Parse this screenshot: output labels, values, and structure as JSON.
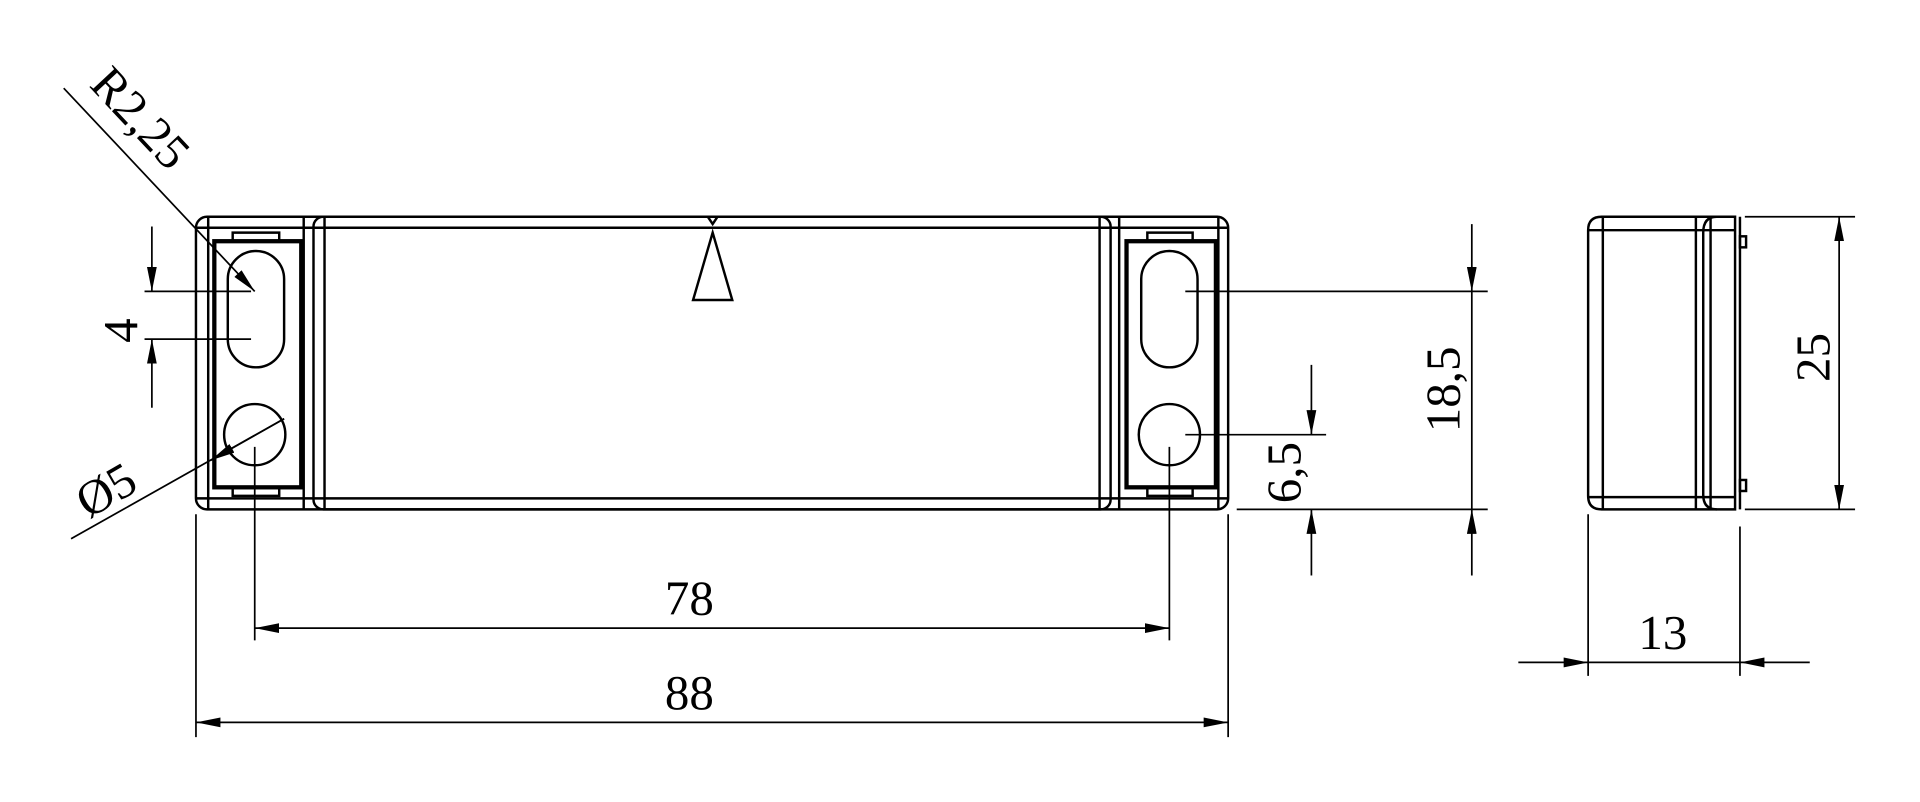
{
  "title": "Housing dimension drawing",
  "dimensions": {
    "radius": "R2,25",
    "slot_width": "4",
    "hole_diameter": "Ø5",
    "hole_spacing": "78",
    "overall_length": "88",
    "hole_offset": "6,5",
    "slot_offset": "18,5",
    "height": "25",
    "depth": "13"
  },
  "colors": {
    "line": "#000000",
    "background": "#ffffff"
  }
}
